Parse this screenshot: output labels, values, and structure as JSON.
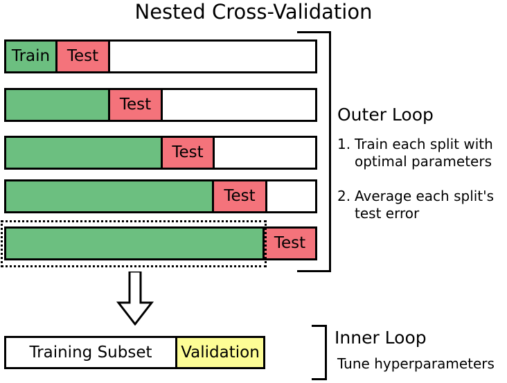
{
  "title": "Nested Cross-Validation",
  "labels": {
    "train": "Train",
    "test": "Test",
    "training_subset": "Training Subset",
    "validation": "Validation"
  },
  "colors": {
    "train_green": "#6cbf80",
    "test_red": "#f4737b",
    "validation_yellow": "#fdfd96",
    "outline_black": "#000000",
    "background_white": "#ffffff"
  },
  "splits": [
    {
      "index": 1,
      "train_label": "Train",
      "test_label": "Test",
      "train_pct": 16.4,
      "test_pct": 16.8,
      "rest_pct": 66.8
    },
    {
      "index": 2,
      "train_label": "",
      "test_label": "Test",
      "train_pct": 33.2,
      "test_pct": 16.8,
      "rest_pct": 50.0
    },
    {
      "index": 3,
      "train_label": "",
      "test_label": "Test",
      "train_pct": 50.0,
      "test_pct": 16.6,
      "rest_pct": 33.4
    },
    {
      "index": 4,
      "train_label": "",
      "test_label": "Test",
      "train_pct": 66.4,
      "test_pct": 17.0,
      "rest_pct": 16.6
    },
    {
      "index": 5,
      "train_label": "",
      "test_label": "Test",
      "train_pct": 82.6,
      "test_pct": 17.4,
      "rest_pct": 0
    }
  ],
  "outer_loop": {
    "heading": "Outer Loop",
    "steps": [
      {
        "number": "1.",
        "text": "Train each split with optimal parameters"
      },
      {
        "number": "2.",
        "text": "Average each split's test error"
      }
    ]
  },
  "inner_loop": {
    "heading": "Inner Loop",
    "note": "Tune hyperparameters"
  },
  "bottom_bar": {
    "training_label": "Training Subset",
    "validation_label": "Validation",
    "training_pct": 65.5,
    "validation_pct": 34.5
  }
}
